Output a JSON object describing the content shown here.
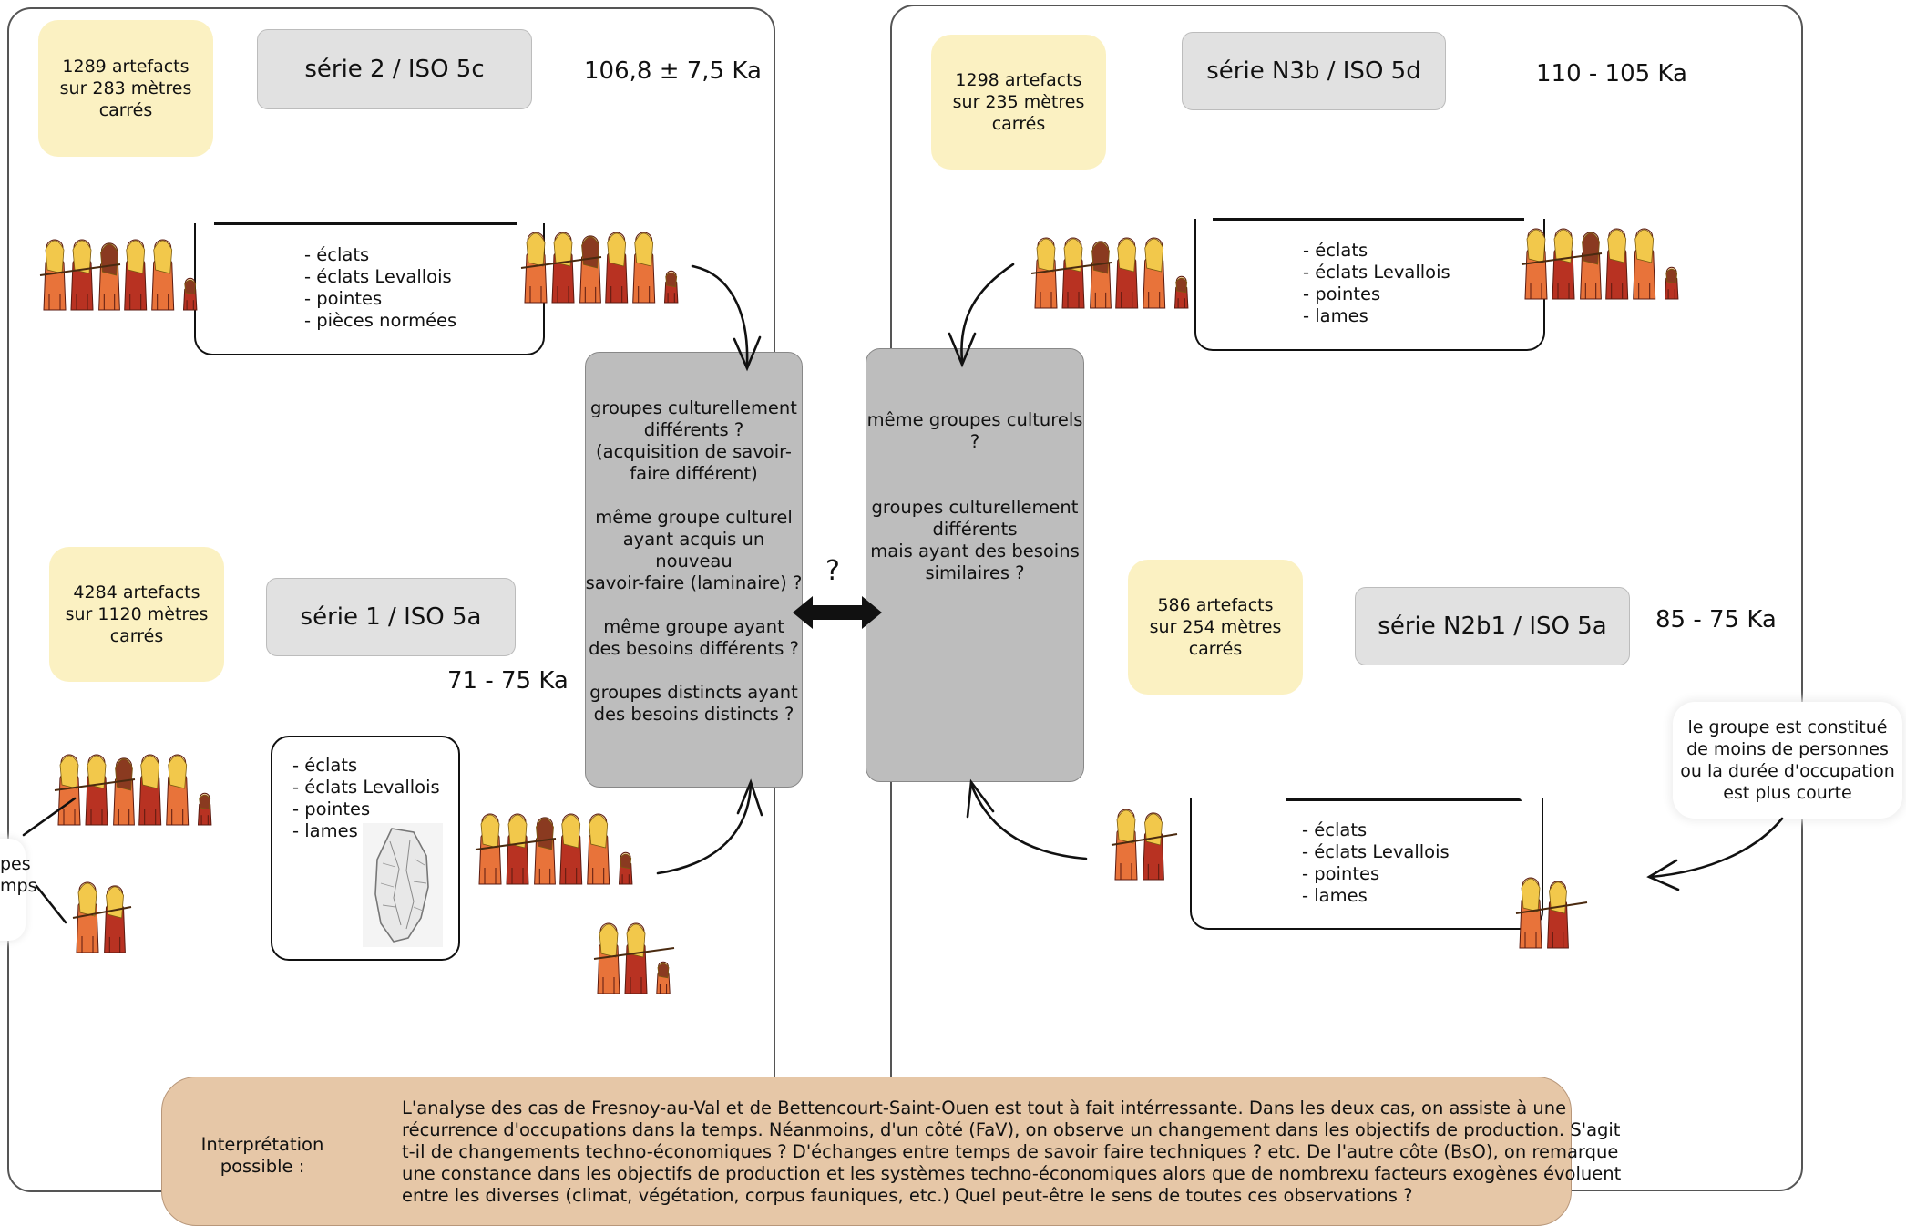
{
  "left_panel": {
    "top": {
      "artefacts": "1289 artefacts\nsur 283 mètres\ncarrés",
      "series": "série 2 / ISO 5c",
      "date": "106,8 ± 7,5 Ka",
      "items": [
        "- éclats",
        "- éclats Levallois",
        "- pointes",
        "- pièces normées"
      ]
    },
    "bottom": {
      "artefacts": "4284 artefacts\nsur 1120 mètres\ncarrés",
      "series": "série 1 / ISO 5a",
      "date": "71 - 75 Ka",
      "items": [
        "- éclats",
        "- éclats Levallois",
        "- pointes",
        "- lames"
      ],
      "cut_note_fragments": [
        "pes",
        "mps",
        ""
      ]
    }
  },
  "center": {
    "left_hypotheses": "groupes culturellement\ndifférents ?\n(acquisition de savoir-\nfaire différent)\n\nmême groupe culturel\nayant acquis un nouveau\nsavoir-faire (laminaire) ?\n\nmême groupe ayant\ndes besoins différents ?\n\ngroupes distincts ayant\ndes besoins distincts ?",
    "right_hypotheses": "même groupes culturels ?\n\n\ngroupes culturellement\ndifférents\nmais ayant des besoins\nsimilaires ?",
    "question_mark": "?"
  },
  "right_panel": {
    "top": {
      "artefacts": "1298 artefacts\nsur 235 mètres\ncarrés",
      "series": "série N3b / ISO 5d",
      "date": "110 - 105 Ka",
      "items": [
        "- éclats",
        "- éclats Levallois",
        "- pointes",
        "- lames"
      ]
    },
    "bottom": {
      "artefacts": "586 artefacts\nsur 254 mètres\ncarrés",
      "series": "série N2b1 / ISO 5a",
      "date": "85 - 75 Ka",
      "items": [
        "- éclats",
        "- éclats Levallois",
        "- pointes",
        "- lames"
      ],
      "note": "le groupe est constitué\nde moins de personnes\nou la durée d'occupation\nest plus courte"
    }
  },
  "interpretation": {
    "label": "Interprétation\npossible :",
    "lines": [
      "L'analyse des cas de Fresnoy-au-Val et de Bettencourt-Saint-Ouen est tout à fait intérressante. Dans les deux cas, on assiste à une",
      "récurrence d'occupations dans la temps. Néanmoins, d'un côté (FaV), on observe un changement dans les objectifs de production. S'agit",
      "t-il de changements techno-économiques ? D'échanges entre temps de savoir faire techniques ? etc.  De l'autre côte (BsO), on remarque",
      "une constance dans les objectifs de production et les systèmes techno-économiques alors que de nombrexu facteurs exogènes évoluent",
      "entre les diverses  (climat, végétation, corpus fauniques, etc.) Quel peut-être le sens de toutes ces observations ?"
    ]
  },
  "colors": {
    "artefact_box": "#fbf1c2",
    "series_box": "#e1e1e1",
    "hypothesis_box": "#bdbdbd",
    "interpretation_box": "#e6c7a7",
    "figure_orange": "#e8733a",
    "figure_red": "#b83222",
    "figure_hair": "#f2c84b"
  },
  "icons": [
    "people-group-icon",
    "stone-tool-icon",
    "double-arrow-icon"
  ]
}
